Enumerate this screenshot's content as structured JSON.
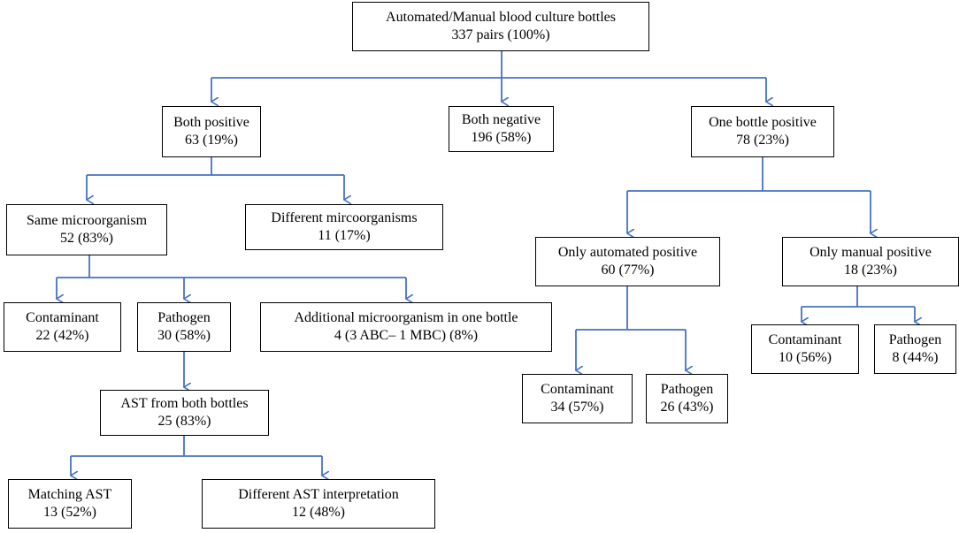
{
  "edge_color": "#4472c4",
  "nodes": {
    "root": {
      "label": "Automated/Manual blood culture bottles",
      "value": "337 pairs (100%)"
    },
    "both_positive": {
      "label": "Both positive",
      "value": "63 (19%)"
    },
    "both_negative": {
      "label": "Both negative",
      "value": "196 (58%)"
    },
    "one_positive": {
      "label": "One bottle positive",
      "value": "78 (23%)"
    },
    "same_micro": {
      "label": "Same microorganism",
      "value": "52 (83%)"
    },
    "diff_micro": {
      "label": "Different mircoorganisms",
      "value": "11 (17%)"
    },
    "only_auto": {
      "label": "Only automated positive",
      "value": "60 (77%)"
    },
    "only_manual": {
      "label": "Only manual positive",
      "value": "18 (23%)"
    },
    "contaminant_same": {
      "label": "Contaminant",
      "value": "22 (42%)"
    },
    "pathogen_same": {
      "label": "Pathogen",
      "value": "30 (58%)"
    },
    "additional": {
      "label": "Additional microorganism in one bottle",
      "value": "4 (3 ABC– 1 MBC) (8%)"
    },
    "contaminant_manual": {
      "label": "Contaminant",
      "value": "10 (56%)"
    },
    "pathogen_manual": {
      "label": "Pathogen",
      "value": "8 (44%)"
    },
    "ast_both": {
      "label": "AST from both bottles",
      "value": "25 (83%)"
    },
    "contaminant_auto": {
      "label": "Contaminant",
      "value": "34 (57%)"
    },
    "pathogen_auto": {
      "label": "Pathogen",
      "value": "26 (43%)"
    },
    "matching_ast": {
      "label": "Matching AST",
      "value": "13 (52%)"
    },
    "different_ast": {
      "label": "Different AST interpretation",
      "value": "12 (48%)"
    }
  }
}
